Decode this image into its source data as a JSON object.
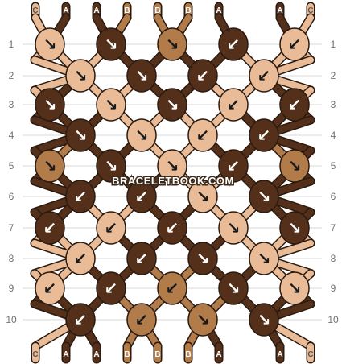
{
  "colors": {
    "A": "#54301a",
    "B": "#b17b4a",
    "C": "#e9bc97",
    "outline": "#2a1a10",
    "grid": "#d9d9d9",
    "row_label": "#707070"
  },
  "top_labels": [
    "C",
    "A",
    "A",
    "B",
    "B",
    "B",
    "A",
    "A",
    "C"
  ],
  "bottom_labels": [
    "C",
    "A",
    "A",
    "B",
    "B",
    "B",
    "A",
    "A",
    "C"
  ],
  "row_labels": [
    "1",
    "2",
    "3",
    "4",
    "5",
    "6",
    "7",
    "8",
    "9",
    "10"
  ],
  "watermark": "BRACELETBOOK.COM",
  "knot_rows": [
    [
      {
        "color": "C",
        "dir": "↘"
      },
      {
        "color": "A",
        "dir": "↘"
      },
      {
        "color": "B",
        "dir": "↘"
      },
      {
        "color": "A",
        "dir": "↙"
      },
      {
        "color": "C",
        "dir": "↙"
      }
    ],
    [
      {
        "color": "C",
        "dir": "↘"
      },
      {
        "color": "A",
        "dir": "↘"
      },
      {
        "color": "A",
        "dir": "↙"
      },
      {
        "color": "C",
        "dir": "↙"
      }
    ],
    [
      {
        "color": "A",
        "dir": "↘"
      },
      {
        "color": "C",
        "dir": "↘"
      },
      {
        "color": "A",
        "dir": "↘"
      },
      {
        "color": "C",
        "dir": "↙"
      },
      {
        "color": "A",
        "dir": "↙"
      }
    ],
    [
      {
        "color": "A",
        "dir": "↘"
      },
      {
        "color": "C",
        "dir": "↘"
      },
      {
        "color": "C",
        "dir": "↙"
      },
      {
        "color": "A",
        "dir": "↙"
      }
    ],
    [
      {
        "color": "B",
        "dir": "↘"
      },
      {
        "color": "A",
        "dir": "↘"
      },
      {
        "color": "C",
        "dir": "↘"
      },
      {
        "color": "A",
        "dir": "↙"
      },
      {
        "color": "B",
        "dir": "↘"
      }
    ],
    [
      {
        "color": "A",
        "dir": "↙"
      },
      {
        "color": "A",
        "dir": "↙"
      },
      {
        "color": "C",
        "dir": "↘"
      },
      {
        "color": "A",
        "dir": "↘"
      }
    ],
    [
      {
        "color": "A",
        "dir": "↙"
      },
      {
        "color": "C",
        "dir": "↙"
      },
      {
        "color": "A",
        "dir": "↙"
      },
      {
        "color": "C",
        "dir": "↘"
      },
      {
        "color": "A",
        "dir": "↘"
      }
    ],
    [
      {
        "color": "C",
        "dir": "↙"
      },
      {
        "color": "A",
        "dir": "↙"
      },
      {
        "color": "A",
        "dir": "↘"
      },
      {
        "color": "C",
        "dir": "↘"
      }
    ],
    [
      {
        "color": "C",
        "dir": "↙"
      },
      {
        "color": "A",
        "dir": "↙"
      },
      {
        "color": "B",
        "dir": "↙"
      },
      {
        "color": "A",
        "dir": "↘"
      },
      {
        "color": "C",
        "dir": "↘"
      }
    ],
    [
      {
        "color": "A",
        "dir": "↙"
      },
      {
        "color": "B",
        "dir": "↙"
      },
      {
        "color": "B",
        "dir": "↘"
      },
      {
        "color": "A",
        "dir": "↘"
      }
    ]
  ]
}
